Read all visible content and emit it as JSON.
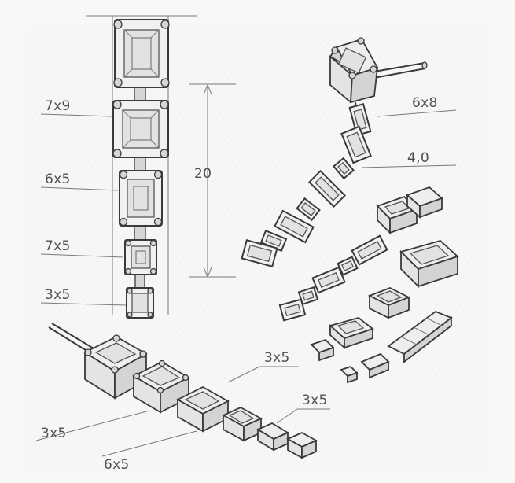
{
  "diagram": {
    "colors": {
      "paper": "#f7f7f5",
      "ink": "#3a3a3a",
      "label": "#505050"
    },
    "labels": {
      "vertical_7x9": "7x9",
      "vertical_6x5": "6x5",
      "vertical_7x5": "7x5",
      "vertical_3x5": "3x5",
      "length_20": "20",
      "arc_6x8": "6x8",
      "arc_4_0": "4,0",
      "bottom_3x5_upper": "3x5",
      "bottom_3x5_right": "3x5",
      "bottom_3x5_left": "3x5",
      "bottom_6x5": "6x5"
    }
  }
}
